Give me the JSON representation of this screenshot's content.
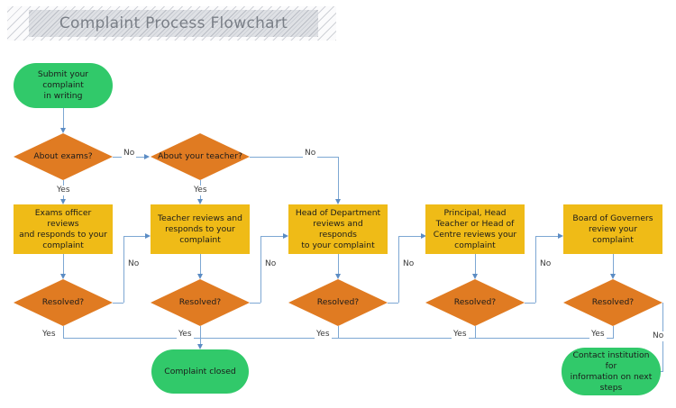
{
  "title": {
    "text": "Complaint Process Flowchart"
  },
  "colors": {
    "terminator": "#31c96a",
    "process": "#efbb17",
    "decision": "#e07b22",
    "connector": "#7da7d3",
    "arrowhead": "#5b8cc4",
    "title_text": "#7a7f87",
    "node_text": "#1b1b1b",
    "edge_label_text": "#3a3a3a",
    "background": "#ffffff"
  },
  "chart_data": {
    "type": "diagram",
    "diagram_kind": "flowchart",
    "title": "Complaint Process Flowchart",
    "nodes": [
      {
        "id": "start",
        "shape": "terminator",
        "text": "Submit your complaint\nin writing"
      },
      {
        "id": "d_exams",
        "shape": "decision",
        "text": "About exams?"
      },
      {
        "id": "d_teacher",
        "shape": "decision",
        "text": "About your teacher?"
      },
      {
        "id": "p_exams",
        "shape": "process",
        "text": "Exams officer reviews\nand responds to your\ncomplaint"
      },
      {
        "id": "p_teacher",
        "shape": "process",
        "text": "Teacher reviews and\nresponds to your\ncomplaint"
      },
      {
        "id": "p_hod",
        "shape": "process",
        "text": "Head of Department\nreviews and responds\nto your complaint"
      },
      {
        "id": "p_head",
        "shape": "process",
        "text": "Principal, Head\nTeacher or Head of\nCentre reviews your\ncomplaint"
      },
      {
        "id": "p_board",
        "shape": "process",
        "text": "Board of Governers\nreview your complaint"
      },
      {
        "id": "r1",
        "shape": "decision",
        "text": "Resolved?"
      },
      {
        "id": "r2",
        "shape": "decision",
        "text": "Resolved?"
      },
      {
        "id": "r3",
        "shape": "decision",
        "text": "Resolved?"
      },
      {
        "id": "r4",
        "shape": "decision",
        "text": "Resolved?"
      },
      {
        "id": "r5",
        "shape": "decision",
        "text": "Resolved?"
      },
      {
        "id": "end_closed",
        "shape": "terminator",
        "text": "Complaint closed"
      },
      {
        "id": "end_contact",
        "shape": "terminator",
        "text": "Contact institution for\ninformation on next\nsteps"
      }
    ],
    "edges": [
      {
        "from": "start",
        "to": "d_exams",
        "label": ""
      },
      {
        "from": "d_exams",
        "to": "d_teacher",
        "label": "No"
      },
      {
        "from": "d_exams",
        "to": "p_exams",
        "label": "Yes"
      },
      {
        "from": "d_teacher",
        "to": "p_hod",
        "label": "No"
      },
      {
        "from": "d_teacher",
        "to": "p_teacher",
        "label": "Yes"
      },
      {
        "from": "p_exams",
        "to": "r1",
        "label": ""
      },
      {
        "from": "p_teacher",
        "to": "r2",
        "label": ""
      },
      {
        "from": "p_hod",
        "to": "r3",
        "label": ""
      },
      {
        "from": "p_head",
        "to": "r4",
        "label": ""
      },
      {
        "from": "p_board",
        "to": "r5",
        "label": ""
      },
      {
        "from": "r1",
        "to": "p_teacher",
        "label": "No"
      },
      {
        "from": "r2",
        "to": "p_hod",
        "label": "No"
      },
      {
        "from": "r3",
        "to": "p_head",
        "label": "No"
      },
      {
        "from": "r4",
        "to": "p_board",
        "label": "No"
      },
      {
        "from": "r5",
        "to": "end_contact",
        "label": "No"
      },
      {
        "from": "r1",
        "to": "end_closed",
        "label": "Yes"
      },
      {
        "from": "r2",
        "to": "end_closed",
        "label": "Yes"
      },
      {
        "from": "r3",
        "to": "end_closed",
        "label": "Yes"
      },
      {
        "from": "r4",
        "to": "end_closed",
        "label": "Yes"
      },
      {
        "from": "r5",
        "to": "end_closed",
        "label": "Yes"
      }
    ]
  },
  "nodes": {
    "start": "Submit your complaint\nin writing",
    "d_exams": "About exams?",
    "d_teacher": "About your teacher?",
    "p_exams": "Exams officer reviews\nand responds to your\ncomplaint",
    "p_teacher": "Teacher reviews and\nresponds to your\ncomplaint",
    "p_hod": "Head of Department\nreviews and responds\nto your complaint",
    "p_head": "Principal, Head\nTeacher or Head of\nCentre reviews your\ncomplaint",
    "p_board": "Board of Governers\nreview your complaint",
    "r1": "Resolved?",
    "r2": "Resolved?",
    "r3": "Resolved?",
    "r4": "Resolved?",
    "r5": "Resolved?",
    "end_closed": "Complaint closed",
    "end_contact": "Contact institution for\ninformation on next\nsteps"
  },
  "edge_labels": {
    "exams_no": "No",
    "exams_yes": "Yes",
    "teacher_no": "No",
    "teacher_yes": "Yes",
    "r1_no": "No",
    "r2_no": "No",
    "r3_no": "No",
    "r4_no": "No",
    "r5_no": "No",
    "r1_yes": "Yes",
    "r2_yes": "Yes",
    "r3_yes": "Yes",
    "r4_yes": "Yes",
    "r5_yes": "Yes"
  }
}
